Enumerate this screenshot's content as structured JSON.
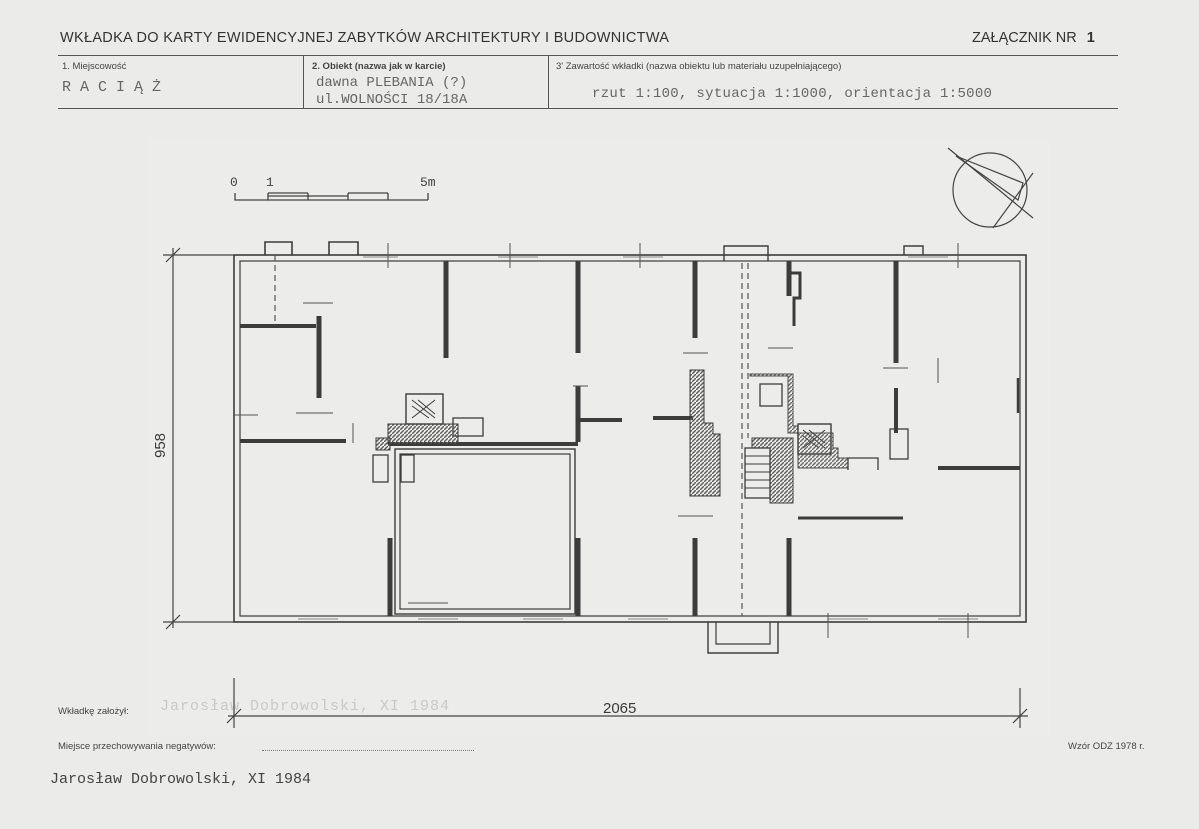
{
  "header": {
    "title": "WKŁADKA DO KARTY EWIDENCYJNEJ ZABYTKÓW ARCHITEKTURY I BUDOWNICTWA",
    "annex_label": "ZAŁĄCZNIK NR",
    "annex_number": "1"
  },
  "fields": {
    "place_label": "1. Miejscowość",
    "place_value": "RACIĄŻ",
    "object_label": "2. Obiekt (nazwa jak w karcie)",
    "object_line1": "dawna PLEBANIA (?)",
    "object_line2": "ul.WOLNOŚCI 18/18A",
    "contents_label": "3' Zawartość wkładki (nazwa obiektu lub materiału uzupełniającego)",
    "contents_value": "rzut 1:100, sytuacja 1:1000, orientacja 1:5000"
  },
  "drawing": {
    "scale_labels": [
      "0",
      "1",
      "5m"
    ],
    "dim_height": "958",
    "dim_width": "2065"
  },
  "footer": {
    "created_label": "Wkładkę założył:",
    "created_ghost": "Jarosław Dobrowolski, XI 1984",
    "negatives_label": "Miejsce przechowywania negatywów:",
    "form_label": "Wzór ODZ 1978 r.",
    "author": "Jarosław Dobrowolski, XI 1984"
  },
  "colors": {
    "paper": "#ebebea",
    "ink": "#3a3a3a",
    "hatch": "#6a6a6a"
  }
}
